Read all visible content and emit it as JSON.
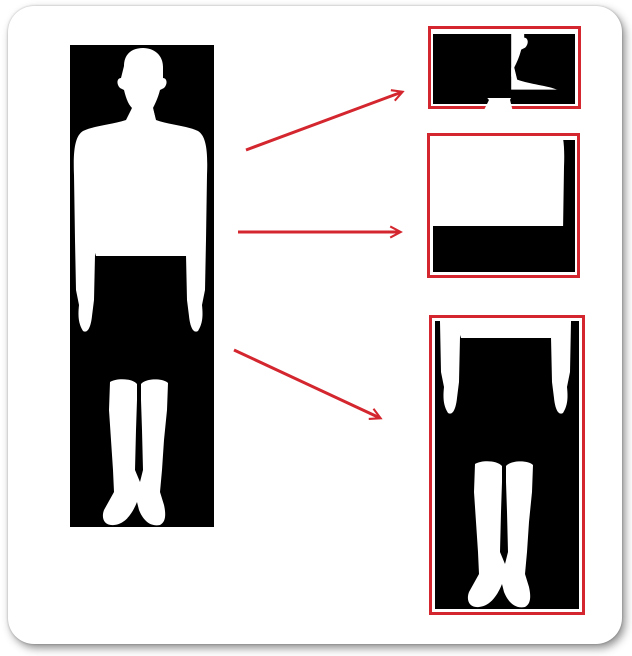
{
  "figure": {
    "kind": "body-silhouette-segmentation",
    "segments": [
      "head",
      "torso",
      "lower-body"
    ]
  },
  "colors": {
    "background": "#ffffff",
    "silhouette": "#ffffff",
    "mask_background": "#000000",
    "frame": "#d4262e",
    "arrow": "#d4262e"
  }
}
